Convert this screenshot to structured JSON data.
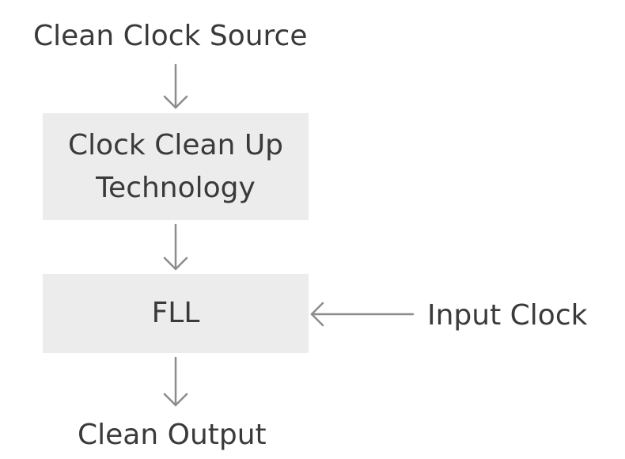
{
  "diagram": {
    "source_label": "Clean Clock Source",
    "box_cleanup": {
      "line1": "Clock Clean Up",
      "line2": "Technology"
    },
    "box_fll": "FLL",
    "input_label": "Input Clock",
    "output_label": "Clean Output"
  },
  "colors": {
    "text": "#3a3a3a",
    "box_fill": "#ececec",
    "arrow": "#8c8c8c"
  }
}
